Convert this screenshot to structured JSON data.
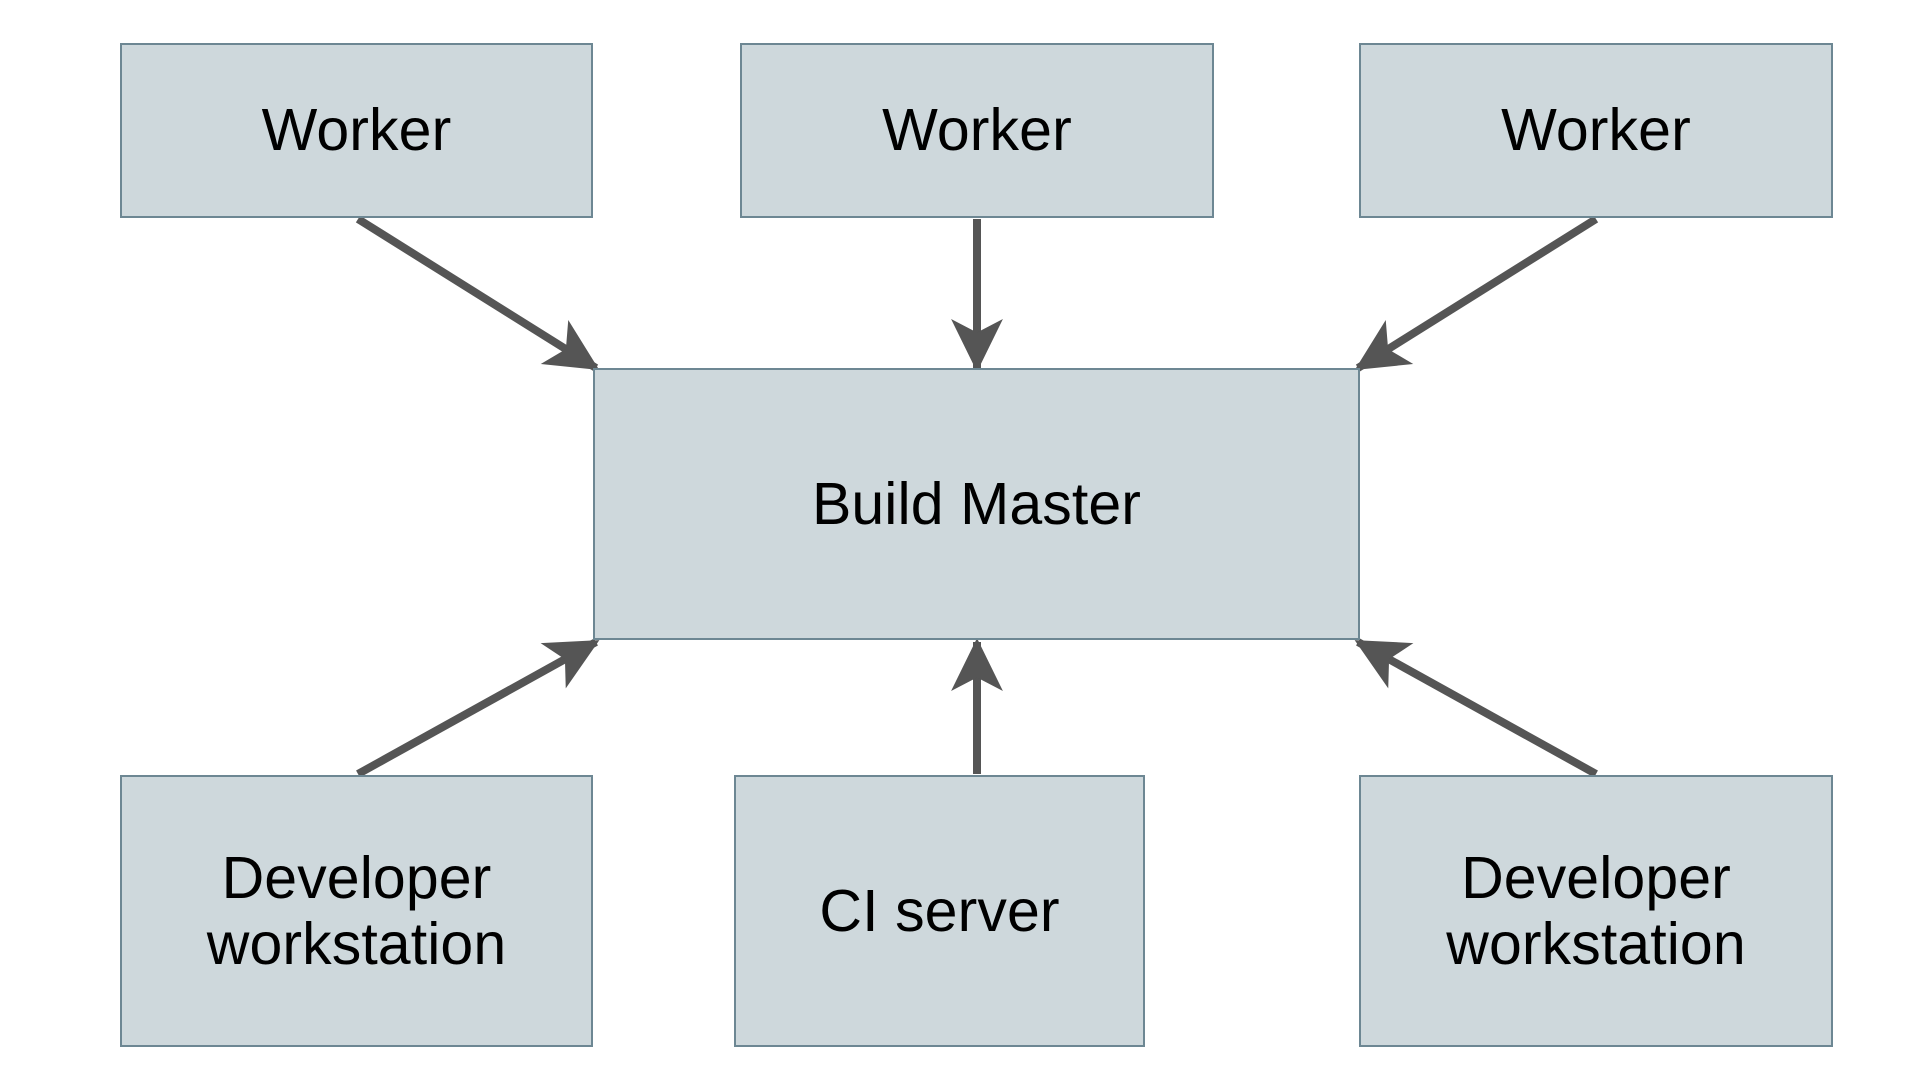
{
  "diagram": {
    "type": "node-edge-architecture",
    "background_color": "#ffffff",
    "node_fill_color": "#ced8dc",
    "node_border_color": "#6d8793",
    "edge_color": "#555555",
    "text_color": "#000000",
    "nodes": [
      {
        "id": "worker-1",
        "label": "Worker",
        "row": "top",
        "column": 1
      },
      {
        "id": "worker-2",
        "label": "Worker",
        "row": "top",
        "column": 2
      },
      {
        "id": "worker-3",
        "label": "Worker",
        "row": "top",
        "column": 3
      },
      {
        "id": "build-master",
        "label": "Build Master",
        "row": "middle",
        "column": 2
      },
      {
        "id": "developer-workstation-1",
        "label": "Developer\nworkstation",
        "row": "bottom",
        "column": 1
      },
      {
        "id": "ci-server",
        "label": "CI server",
        "row": "bottom",
        "column": 2
      },
      {
        "id": "developer-workstation-2",
        "label": "Developer\nworkstation",
        "row": "bottom",
        "column": 3
      }
    ],
    "edges": [
      {
        "id": "edge-worker-1-to-build-master",
        "from": "worker-1",
        "to": "build-master",
        "direction": "to-build-master"
      },
      {
        "id": "edge-worker-2-to-build-master",
        "from": "worker-2",
        "to": "build-master",
        "direction": "to-build-master"
      },
      {
        "id": "edge-worker-3-to-build-master",
        "from": "worker-3",
        "to": "build-master",
        "direction": "to-build-master"
      },
      {
        "id": "edge-developer-workstation-1-to-build-master",
        "from": "developer-workstation-1",
        "to": "build-master",
        "direction": "to-build-master"
      },
      {
        "id": "edge-ci-server-to-build-master",
        "from": "ci-server",
        "to": "build-master",
        "direction": "to-build-master"
      },
      {
        "id": "edge-developer-workstation-2-to-build-master",
        "from": "developer-workstation-2",
        "to": "build-master",
        "direction": "to-build-master"
      }
    ]
  }
}
